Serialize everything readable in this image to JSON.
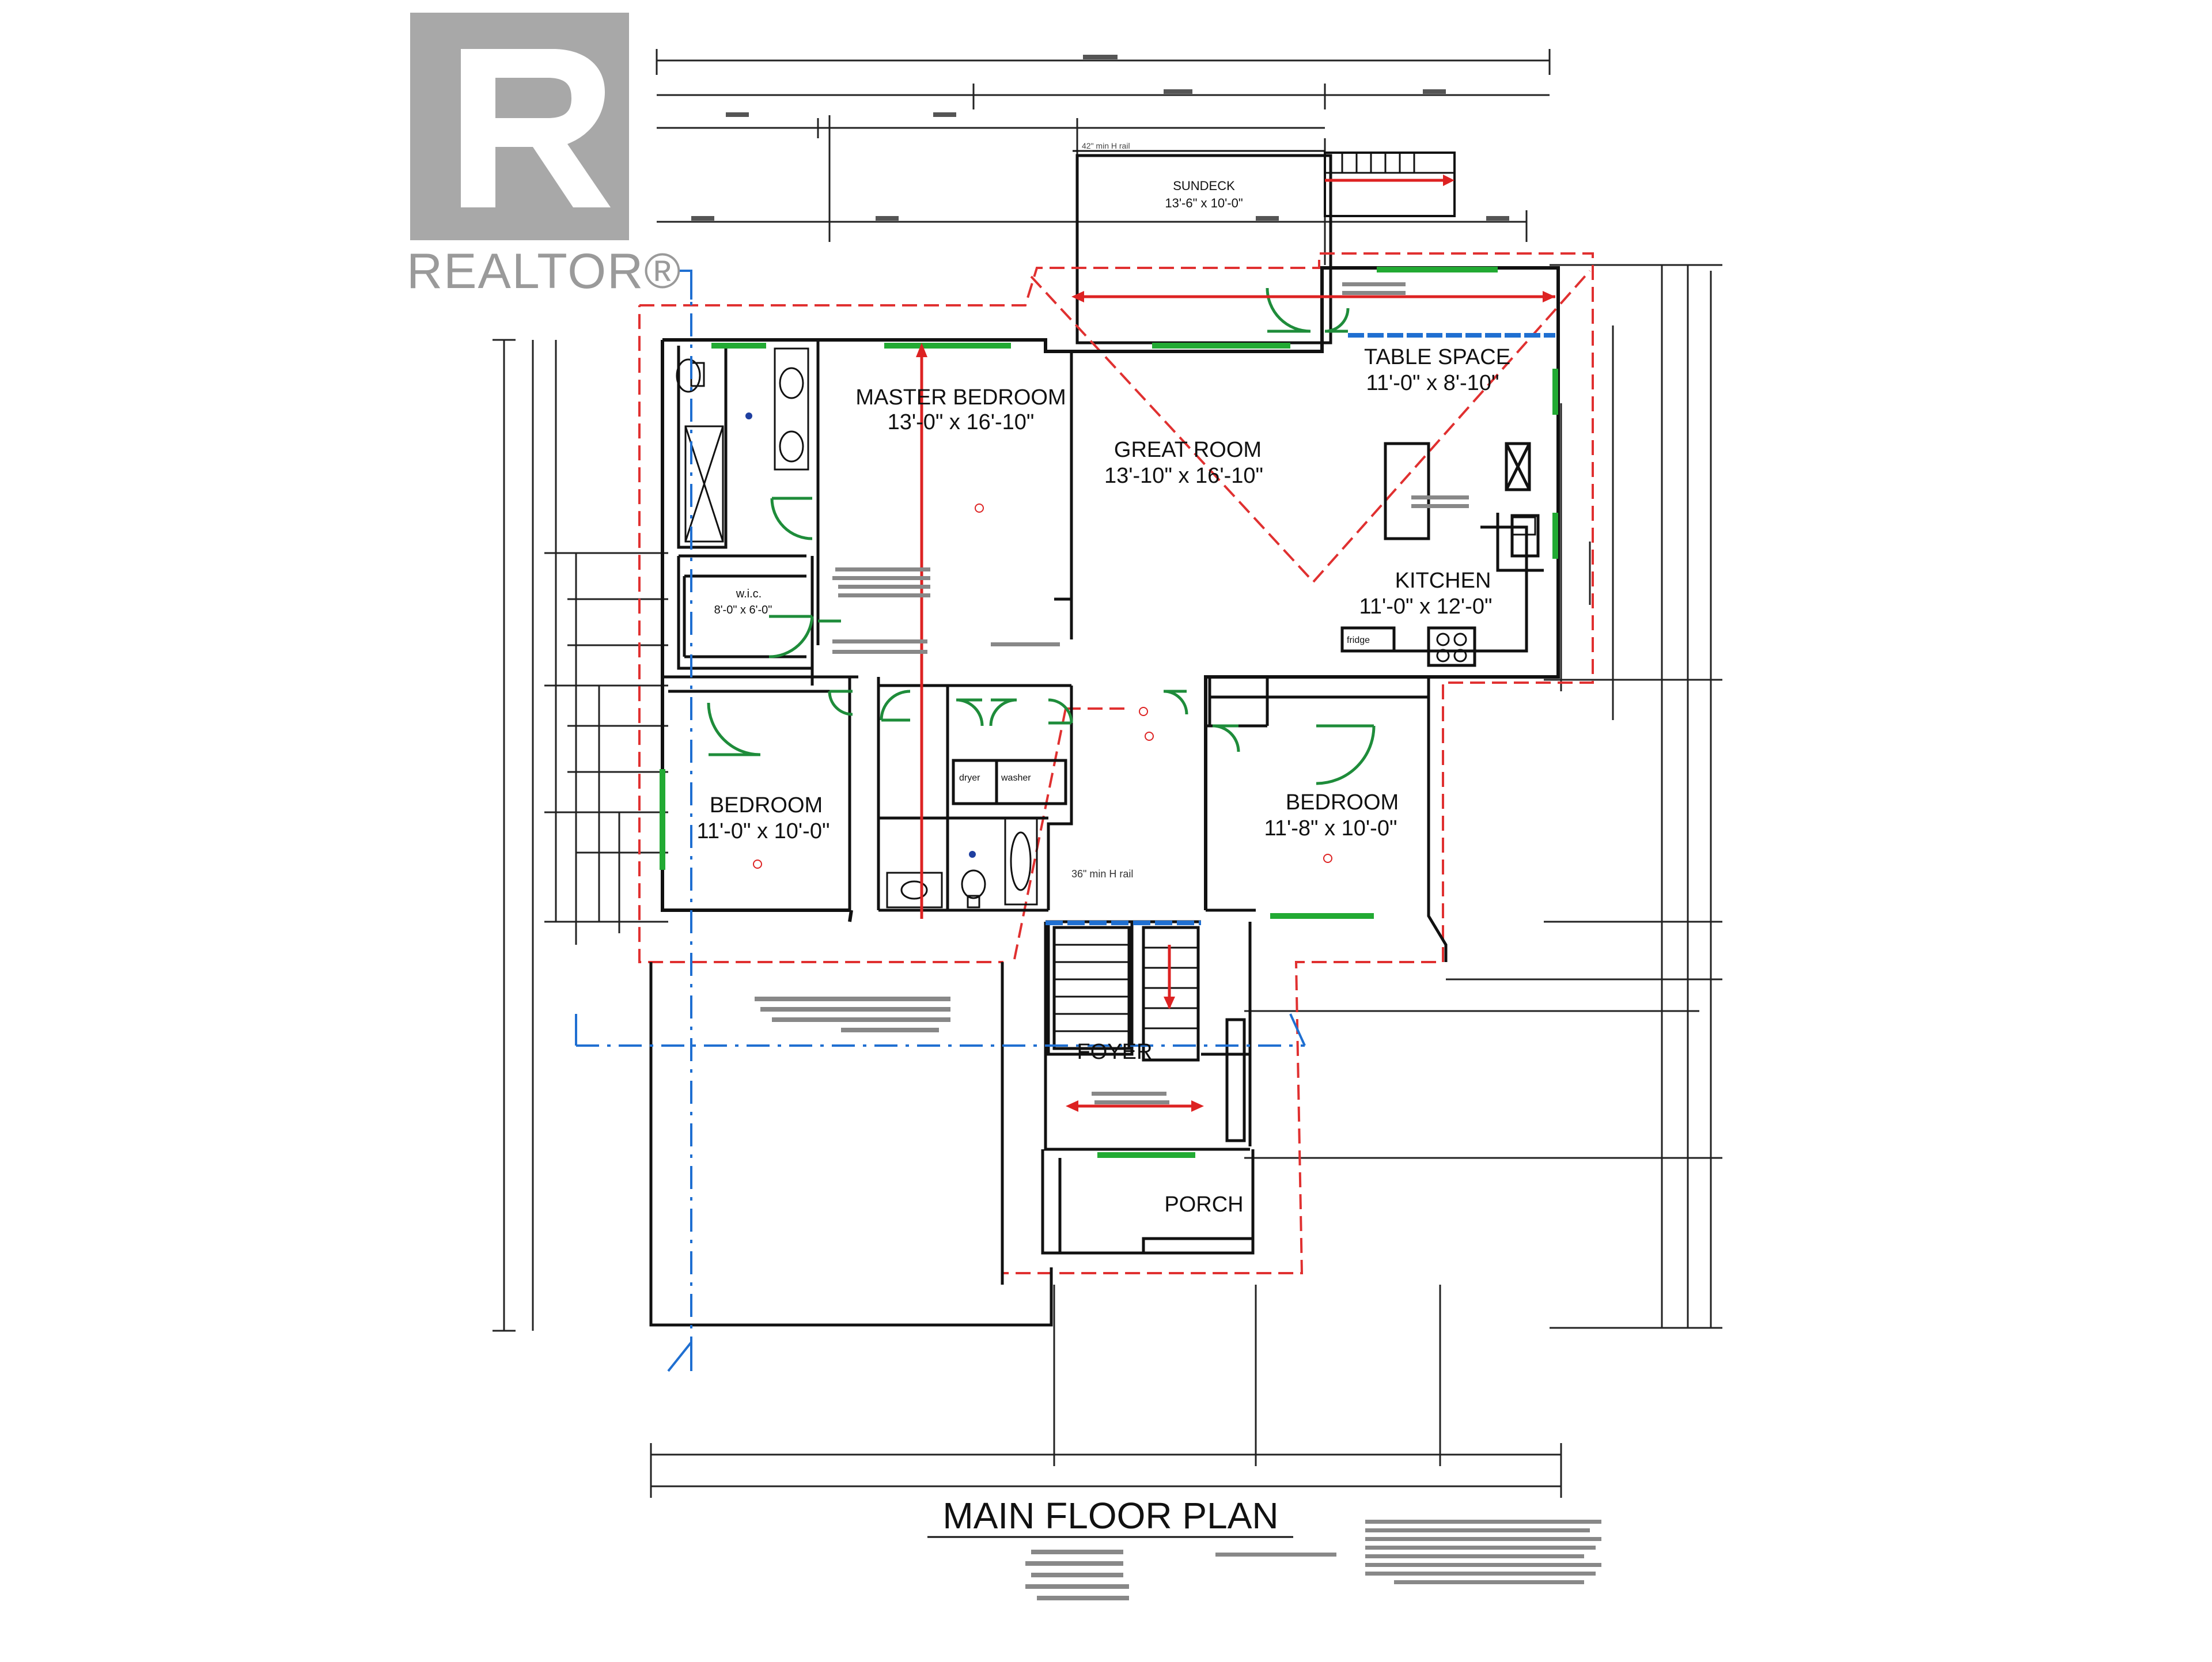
{
  "watermark": {
    "brand": "REALTOR®",
    "logo": "realtor-logo-icon"
  },
  "plan": {
    "title": "MAIN FLOOR PLAN",
    "rooms": {
      "sundeck": {
        "name": "SUNDECK",
        "dims": "13'-6\" x 10'-0\""
      },
      "master_bedroom": {
        "name": "MASTER BEDROOM",
        "dims": "13'-0\" x 16'-10\""
      },
      "great_room": {
        "name": "GREAT ROOM",
        "dims": "13'-10\" x 16'-10\""
      },
      "table_space": {
        "name": "TABLE SPACE",
        "dims": "11'-0\" x 8'-10\""
      },
      "kitchen": {
        "name": "KITCHEN",
        "dims": "11'-0\" x 12'-0\""
      },
      "wic": {
        "name": "w.i.c.",
        "dims": "8'-0\" x 6'-0\""
      },
      "bedroom_left": {
        "name": "BEDROOM",
        "dims": "11'-0\" x 10'-0\""
      },
      "bedroom_right": {
        "name": "BEDROOM",
        "dims": "11'-8\" x 10'-0\""
      },
      "foyer": {
        "name": "FOYER"
      },
      "porch": {
        "name": "PORCH"
      }
    },
    "labels": {
      "deck_rail": "42\" min H rail",
      "stair_rail": "36\" min H rail",
      "fridge": "fridge",
      "dryer": "dryer",
      "washer": "washer"
    }
  },
  "colors": {
    "line": "#1a1a1a",
    "window": "#22aa33",
    "door": "#1e8c3a",
    "beam": "#dd2222",
    "dashed_red": "#e03030",
    "section": "#1f6fd1",
    "watermark": "#a0a0a0"
  }
}
